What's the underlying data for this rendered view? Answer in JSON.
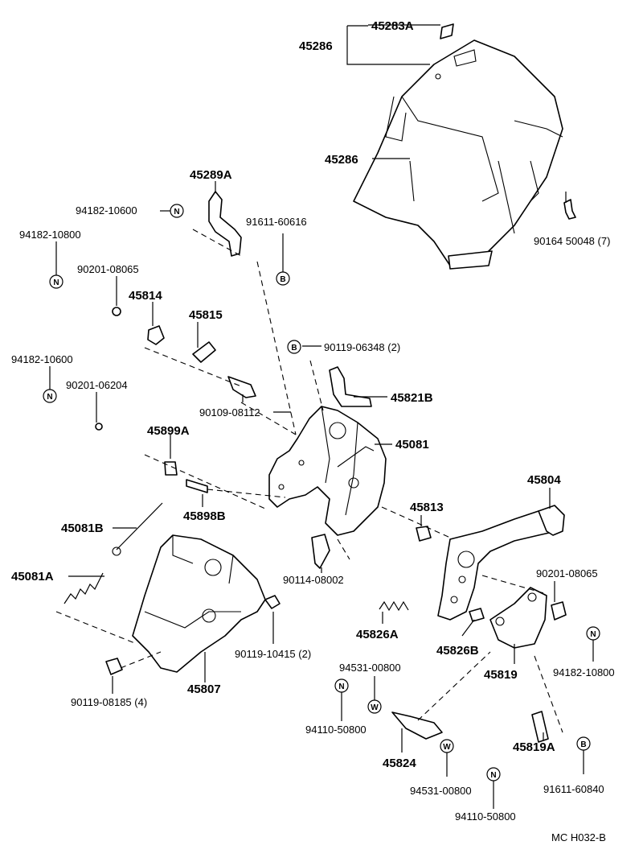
{
  "labels": {
    "p45283A": "45283A",
    "p45286a": "45286",
    "p45286b": "45286",
    "p45289A": "45289A",
    "c94182_10600a": "94182-10600",
    "c94182_10800a": "94182-10800",
    "c91611_60616": "91611-60616",
    "c90164_50048": "90164  50048 (7)",
    "c90201_08065a": "90201-08065",
    "p45814": "45814",
    "p45815": "45815",
    "c90119_06348": "90119-06348 (2)",
    "c94182_10600b": "94182-10600",
    "c90201_06204": "90201-06204",
    "p45821B": "45821B",
    "c90109_08112": "90109-08112",
    "p45899A": "45899A",
    "p45081": "45081",
    "p45804": "45804",
    "p45898B": "45898B",
    "p45813": "45813",
    "p45081B": "45081B",
    "p45081A": "45081A",
    "c90114_08002": "90114-08002",
    "c90201_08065b": "90201-08065",
    "p45826A": "45826A",
    "p45826B": "45826B",
    "c90119_10415": "90119-10415 (2)",
    "c94531_00800a": "94531-00800",
    "p45819": "45819",
    "c94182_10800b": "94182-10800",
    "c90119_08185": "90119-08185 (4)",
    "p45807": "45807",
    "c94110_50800a": "94110-50800",
    "p45824": "45824",
    "p45819A": "45819A",
    "c94531_00800b": "94531-00800",
    "c91611_60840": "91611-60840",
    "c94110_50800b": "94110-50800",
    "code": "MC  H032-B"
  },
  "marks": {
    "n": "N",
    "b": "B",
    "w": "W"
  }
}
